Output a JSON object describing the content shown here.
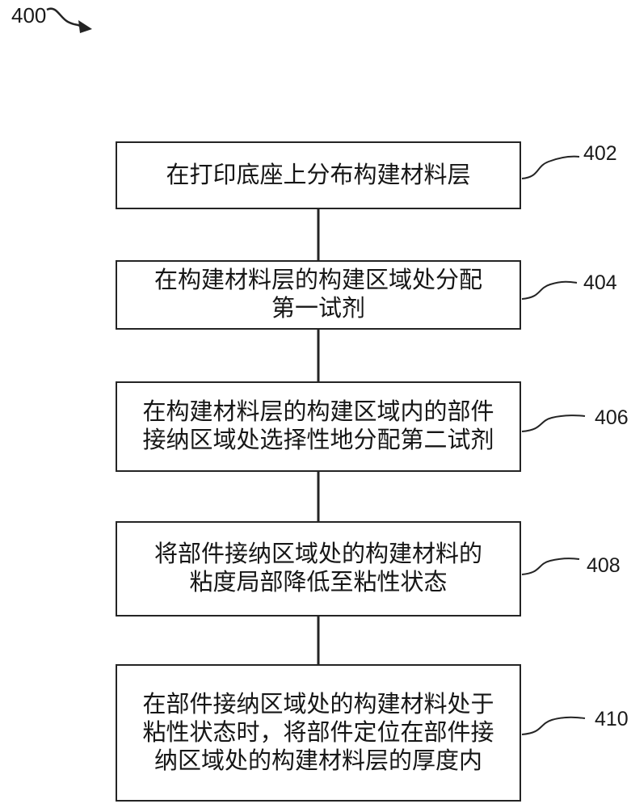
{
  "figure": {
    "reference_label": "400",
    "steps": [
      {
        "ref": "402",
        "text": "在打印底座上分布构建材料层"
      },
      {
        "ref": "404",
        "text": "在构建材料层的构建区域处分配\n第一试剂"
      },
      {
        "ref": "406",
        "text": "在构建材料层的构建区域内的部件\n接纳区域处选择性地分配第二试剂"
      },
      {
        "ref": "408",
        "text": "将部件接纳区域处的构建材料的\n粘度局部降低至粘性状态"
      },
      {
        "ref": "410",
        "text": "在部件接纳区域处的构建材料处于\n粘性状态时，将部件定位在部件接\n纳区域处的构建材料层的厚度内"
      }
    ],
    "colors": {
      "line": "#242424",
      "text": "#161616",
      "background": "#ffffff"
    }
  }
}
